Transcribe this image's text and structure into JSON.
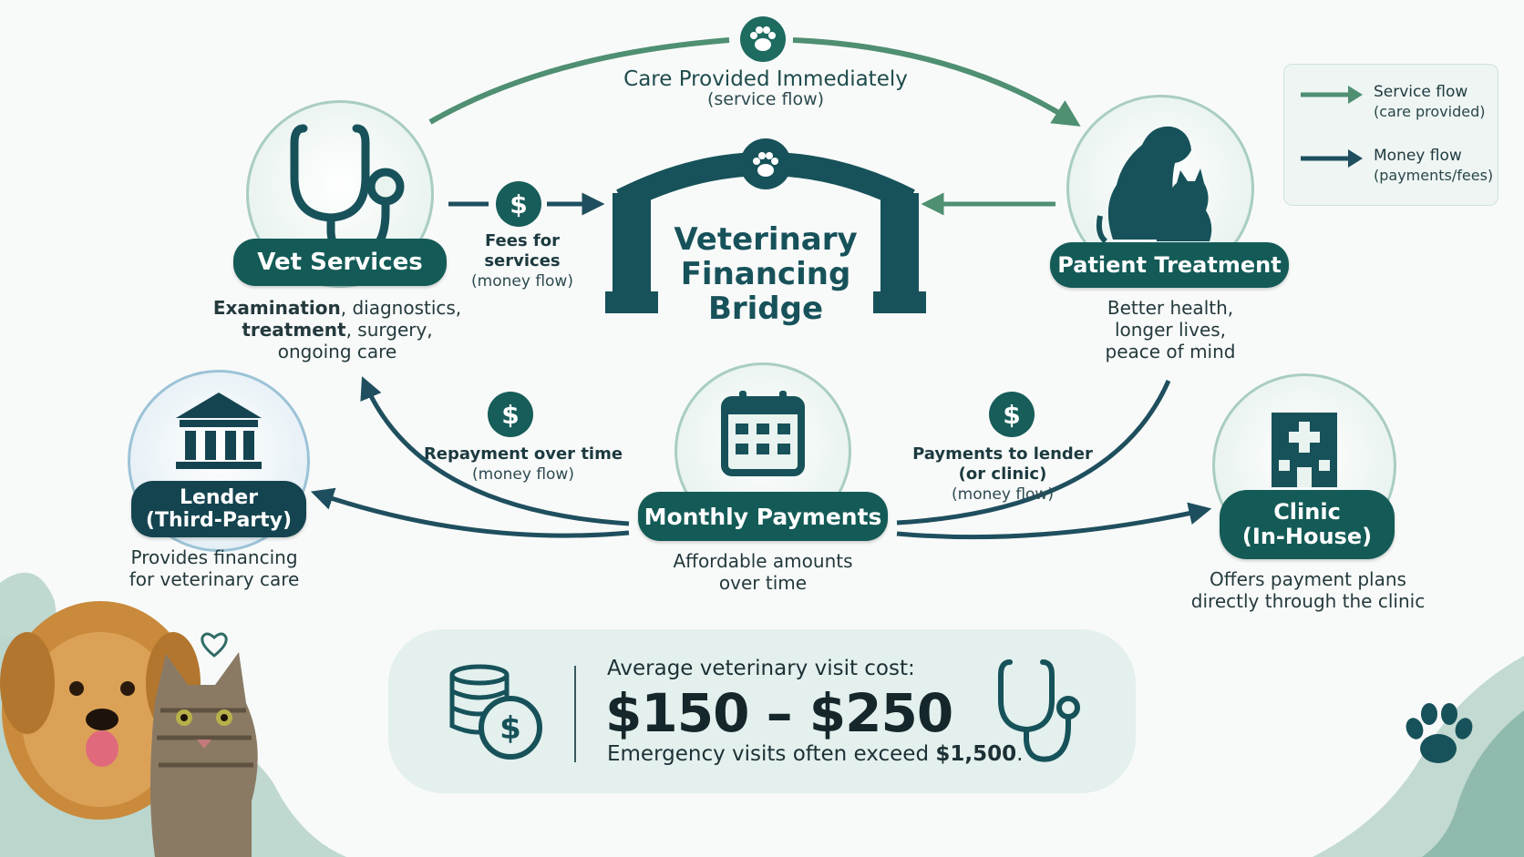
{
  "top_flow": {
    "title": "Care Provided Immediately",
    "sub": "(service flow)"
  },
  "center": {
    "line1": "Veterinary",
    "line2": "Financing",
    "line3": "Bridge"
  },
  "nodes": {
    "vet_services": {
      "label": "Vet Services",
      "desc_line1_bold": "Examination",
      "desc_line1_rest": ", diagnostics,",
      "desc_line2_bold": "treatment",
      "desc_line2_rest": ", surgery,",
      "desc_line3": "ongoing care"
    },
    "patient_treatment": {
      "label": "Patient Treatment",
      "desc_line1": "Better health,",
      "desc_line2": "longer lives,",
      "desc_line3": "peace of mind"
    },
    "lender": {
      "label_line1": "Lender",
      "label_line2": "(Third-Party)",
      "desc_line1": "Provides financing",
      "desc_line2": "for veterinary care"
    },
    "monthly_payments": {
      "label": "Monthly Payments",
      "desc_line1": "Affordable amounts",
      "desc_line2": "over time"
    },
    "clinic": {
      "label_line1": "Clinic",
      "label_line2": "(In-House)",
      "desc_line1": "Offers payment plans",
      "desc_line2": "directly through the clinic"
    }
  },
  "flows": {
    "fees": {
      "title": "Fees for services",
      "sub": "(money flow)",
      "symbol": "$"
    },
    "repayment": {
      "title": "Repayment over time",
      "sub": "(money flow)",
      "symbol": "$"
    },
    "payments_lender": {
      "title_line1": "Payments to lender",
      "title_line2": "(or clinic)",
      "sub": "(money flow)",
      "symbol": "$"
    }
  },
  "legend": {
    "service": {
      "title": "Service flow",
      "sub": "(care provided)"
    },
    "money": {
      "title": "Money flow",
      "sub": "(payments/fees)"
    }
  },
  "cost": {
    "title": "Average veterinary visit cost:",
    "range": "$150 – $250",
    "note_prefix": "Emergency visits often exceed ",
    "note_amount": "$1,500",
    "note_suffix": ".",
    "coin_symbol": "$"
  },
  "colors": {
    "service_arrow": "#4f8f72",
    "money_arrow": "#1f4f5e",
    "pill": "#145b57",
    "accent_light": "#e3f0ed"
  },
  "icons": [
    "paw-icon",
    "stethoscope-icon",
    "bridge-arch-icon",
    "dog-cat-silhouette-icon",
    "bank-icon",
    "calendar-icon",
    "hospital-icon",
    "coins-icon",
    "heart-icon"
  ]
}
